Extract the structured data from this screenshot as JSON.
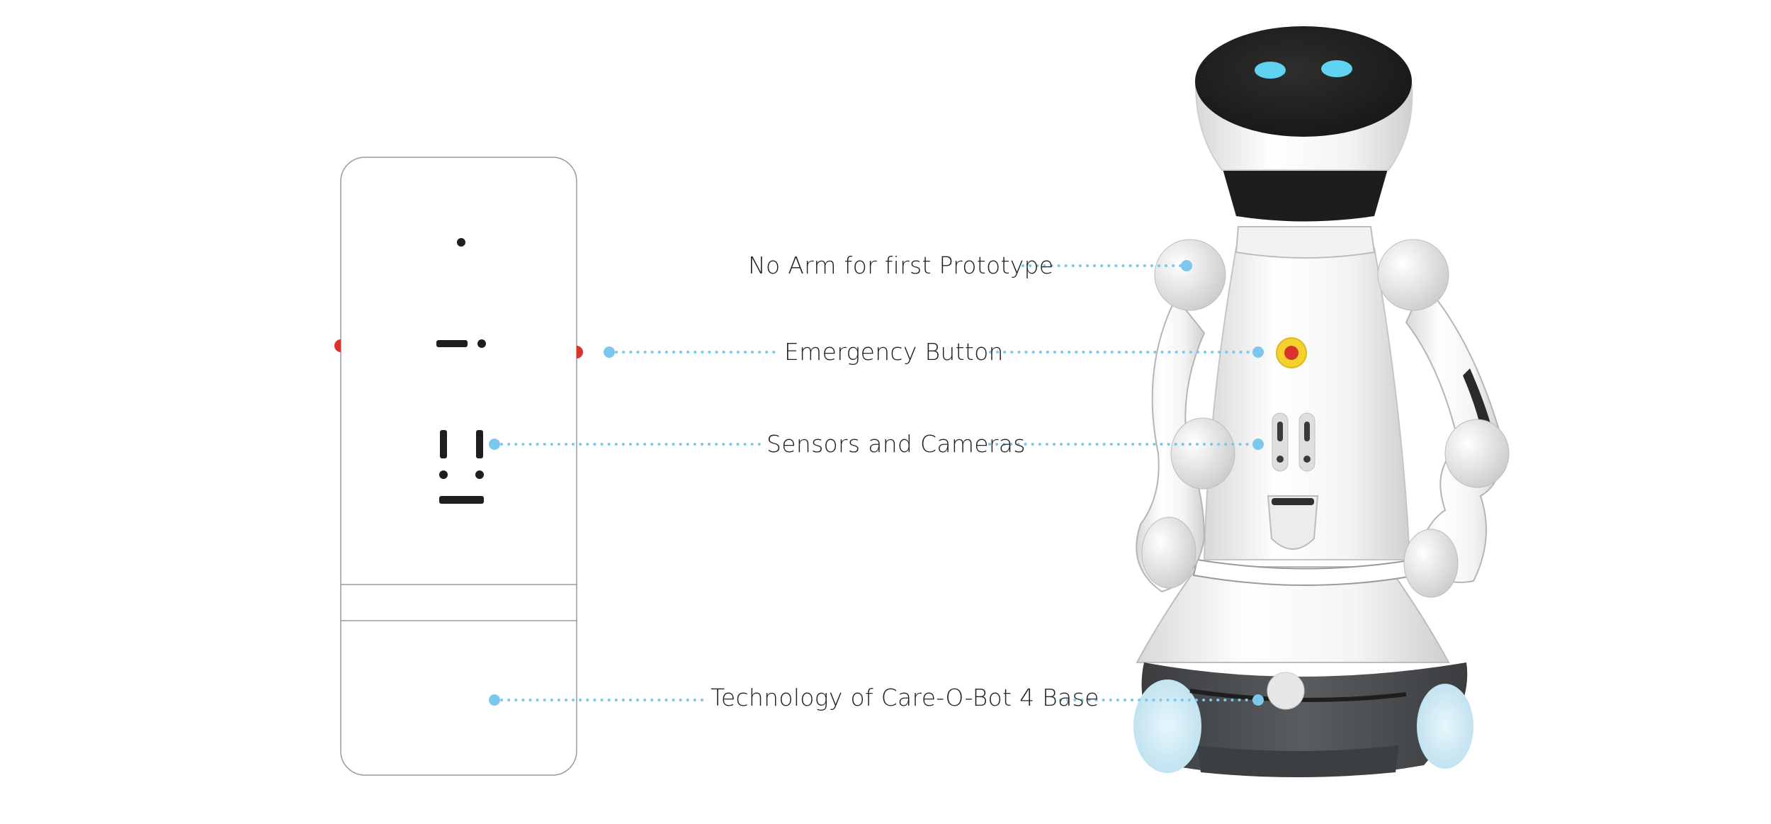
{
  "diagram": {
    "callouts": {
      "no_arm": "No Arm for first Prototype",
      "emergency": "Emergency Button",
      "sensors": "Sensors and Cameras",
      "base": "Technology of Care-O-Bot 4 Base"
    },
    "colors": {
      "leader_line": "#7cc8ec",
      "emergency_red": "#d8342c",
      "emergency_yellow": "#f4d22e",
      "eye_blue": "#5fd3f0",
      "prototype_outline": "#9a9a9a",
      "robot_dark": "#232323",
      "robot_base_grey": "#4a4d50"
    }
  }
}
